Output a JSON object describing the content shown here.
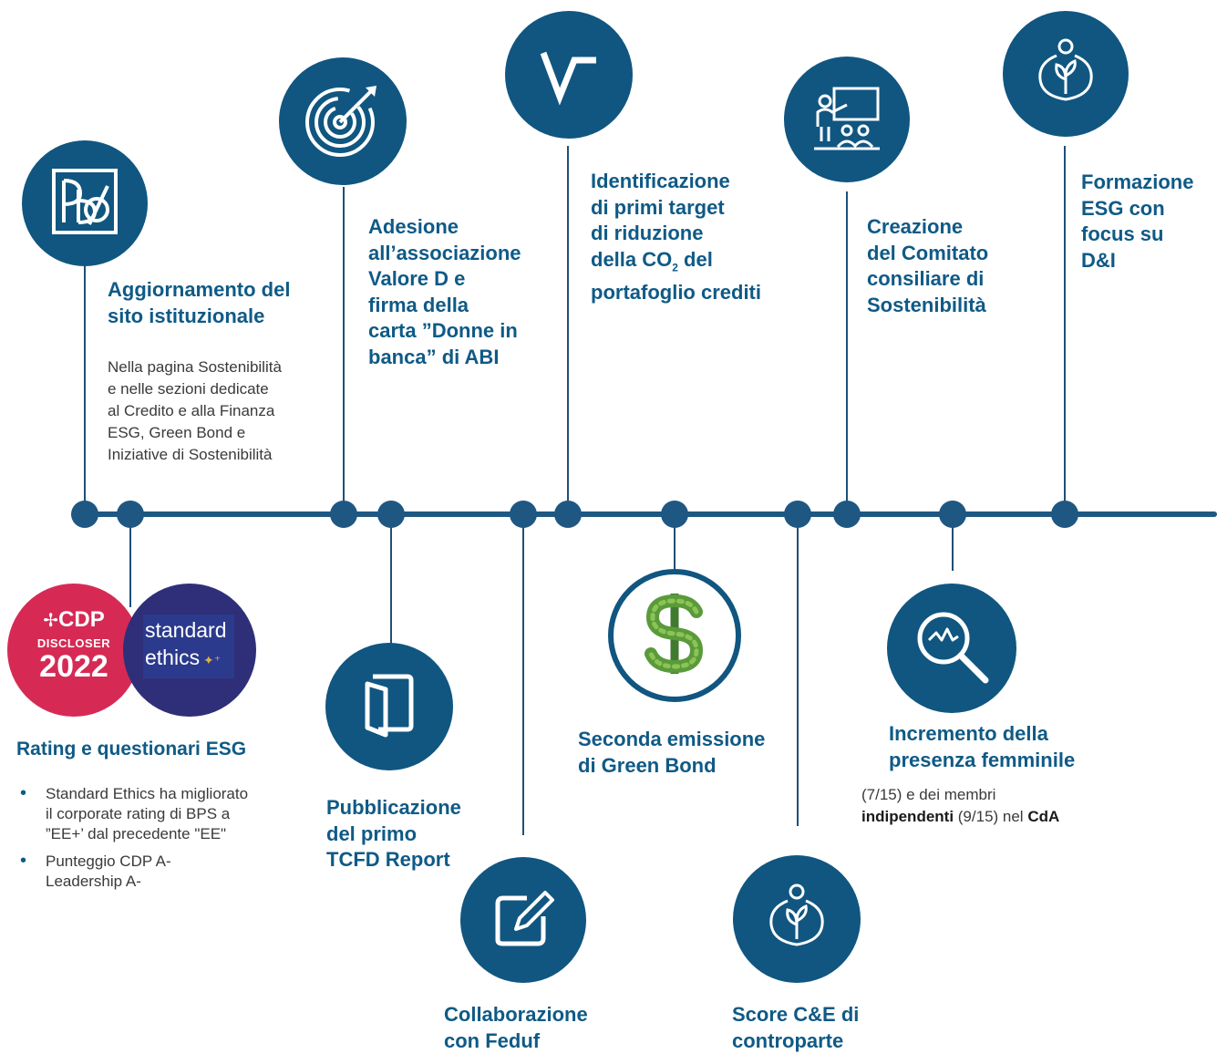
{
  "milestones": {
    "sito": {
      "title_1": "Aggiornamento del",
      "title_2": "sito istituzionale",
      "body": [
        "Nella pagina Sostenibilità",
        "e nelle sezioni dedicate",
        "al Credito e alla Finanza",
        "ESG, Green Bond e",
        "Iniziative di Sostenibilità"
      ]
    },
    "valore_d": {
      "lines": [
        "Adesione",
        "all’associazione",
        "Valore D e",
        "firma della",
        "carta ”Donne in",
        "banca” di ABI"
      ]
    },
    "target_co2": {
      "line_1": "Identificazione",
      "line_2": "di primi target",
      "line_3": "di riduzione",
      "line_4_pre": "della CO",
      "line_4_sub": "2",
      "line_4_post": " del",
      "line_5": "portafoglio crediti"
    },
    "comitato": {
      "lines": [
        "Creazione",
        "del Comitato",
        "consiliare di",
        "Sostenibilità"
      ]
    },
    "formazione": {
      "lines": [
        "Formazione",
        "ESG con",
        "focus su",
        "D&I"
      ]
    },
    "rating": {
      "title": "Rating e questionari ESG",
      "bullets": [
        [
          "Standard Ethics ha migliorato",
          "il corporate rating di BPS a",
          "”EE+’ dal precedente \"EE\""
        ],
        [
          "Punteggio CDP A-",
          "Leadership A-"
        ]
      ],
      "cdp_badge": {
        "brand": "CDP",
        "label": "DISCLOSER",
        "year": "2022"
      },
      "se_badge": {
        "line_1": "standard",
        "line_2": "ethics"
      }
    },
    "tcfd": {
      "lines": [
        "Pubblicazione",
        "del primo",
        "TCFD Report"
      ]
    },
    "feduf": {
      "lines": [
        "Collaborazione",
        "con Feduf"
      ]
    },
    "green_bond": {
      "lines": [
        "Seconda emissione",
        "di Green Bond"
      ]
    },
    "score": {
      "lines": [
        "Score C&E di",
        "controparte"
      ]
    },
    "femminile": {
      "lines": [
        "Incremento della",
        "presenza femminile"
      ],
      "body_1": "(7/15) e dei membri",
      "body_2_bold": "indipendenti",
      "body_2_mid": " (9/15) nel ",
      "body_2_end": "CdA"
    }
  },
  "colors": {
    "primary": "#105680",
    "title": "#0f5a86",
    "axis": "#1f5783",
    "cdp": "#d62a55",
    "se": "#2e2f78"
  },
  "icons": [
    "logo-icon",
    "target-icon",
    "checkmark-icon",
    "presentation-icon",
    "plant-vase-icon",
    "book-icon",
    "edit-icon",
    "dollar-icon",
    "magnifier-chart-icon"
  ]
}
